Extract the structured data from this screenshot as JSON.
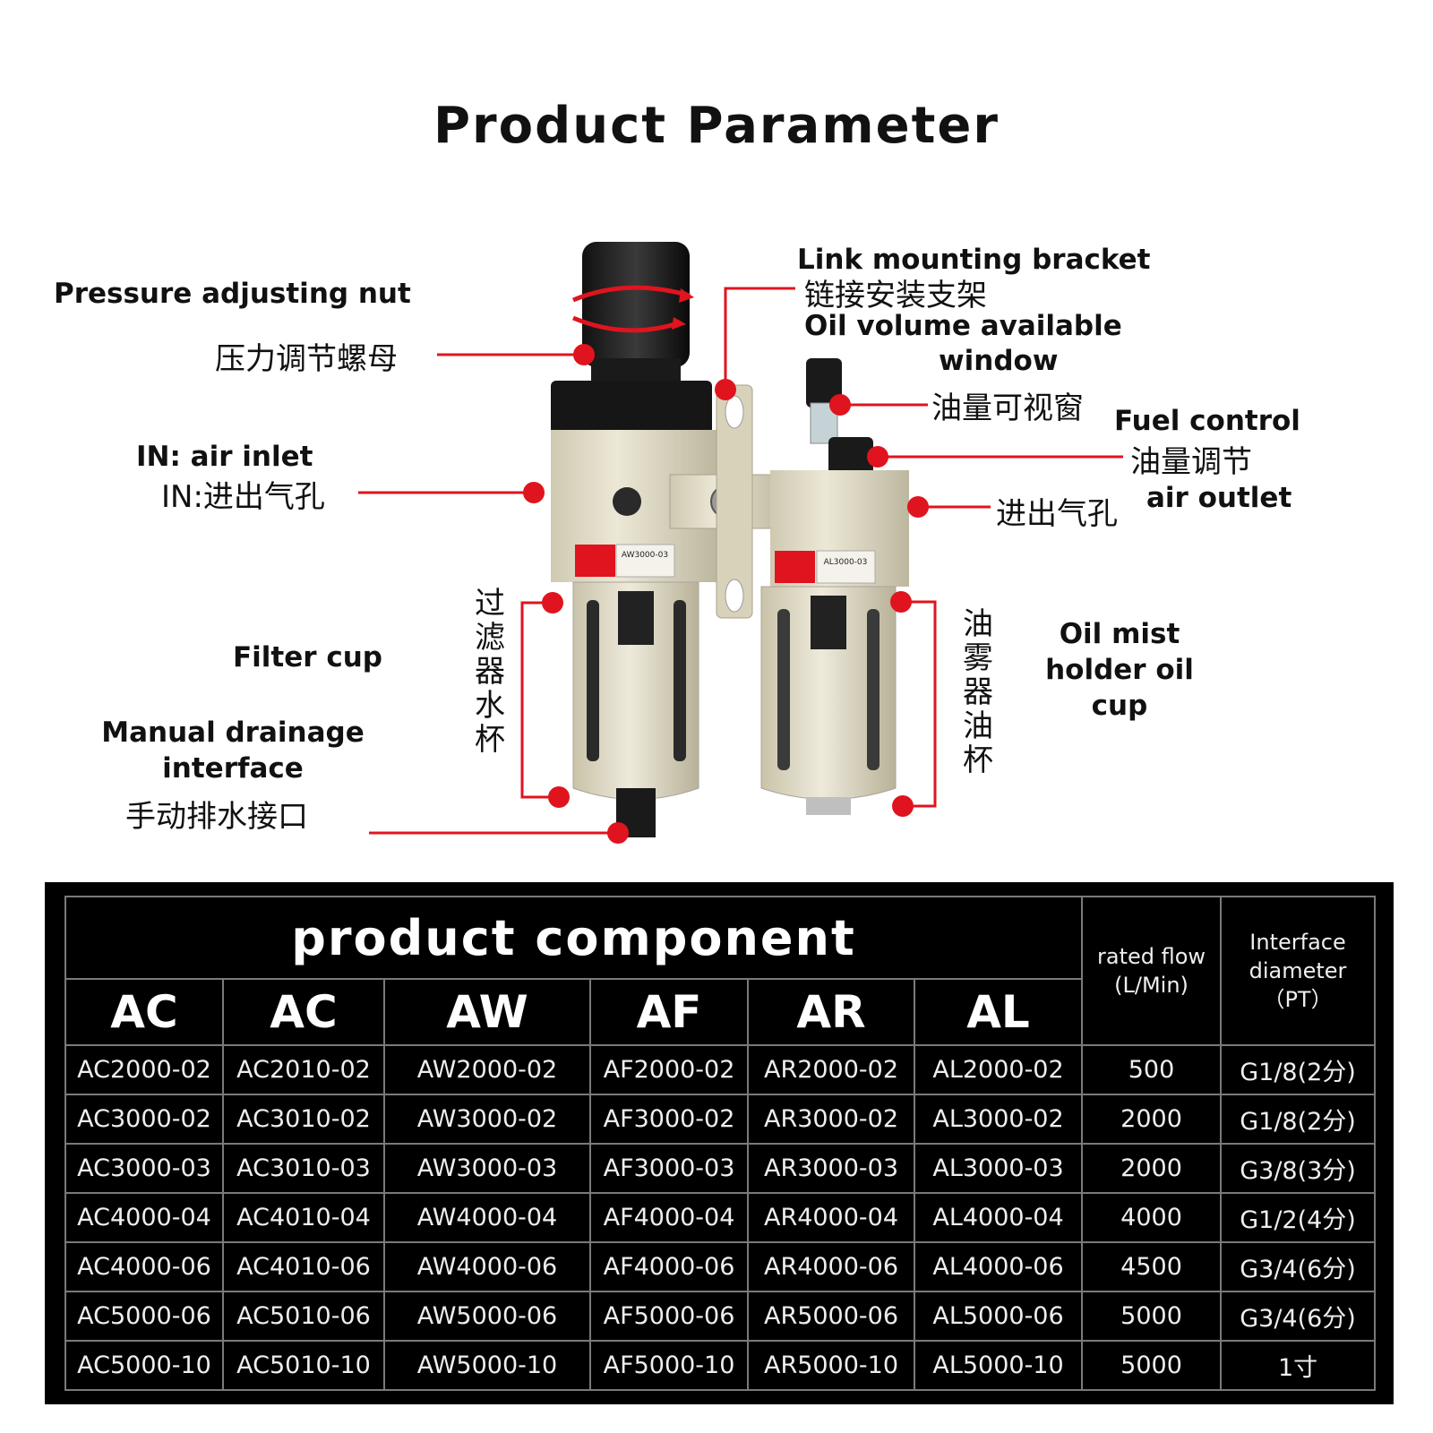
{
  "title": "Product Parameter",
  "labels": {
    "pressure_en": "Pressure adjusting nut",
    "pressure_zh": "压力调节螺母",
    "inlet_en": "IN: air inlet",
    "inlet_zh": "IN:进出气孔",
    "filter_en": "Filter cup",
    "filter_zh": "过滤器水杯",
    "drain_en_1": "Manual drainage",
    "drain_en_2": "interface",
    "drain_zh": "手动排水接口",
    "bracket_en": "Link mounting bracket",
    "bracket_zh": "链接安装支架",
    "oilwin_en_1": "Oil volume available",
    "oilwin_en_2": "window",
    "oilwin_zh": "油量可视窗",
    "fuel_en": "Fuel control",
    "fuel_zh": "油量调节",
    "outlet_zh": "进出气孔",
    "outlet_en": "air outlet",
    "mist_zh": "油雾器油杯",
    "mist_en_1": "Oil mist",
    "mist_en_2": "holder oil",
    "mist_en_3": "cup"
  },
  "product_labels": {
    "left": "AW3000-03",
    "right": "AL3000-03"
  },
  "colors": {
    "accent_red": "#e0141e",
    "table_bg": "#000000",
    "body_beige": "#ded9c3"
  },
  "table": {
    "main_header": "product component",
    "rated_flow_1": "rated flow",
    "rated_flow_2": "(L/Min)",
    "interface_1": "Interface",
    "interface_2": "diameter",
    "interface_3": "（PT）",
    "columns": [
      "AC",
      "AC",
      "AW",
      "AF",
      "AR",
      "AL"
    ],
    "rows": [
      [
        "AC2000-02",
        "AC2010-02",
        "AW2000-02",
        "AF2000-02",
        "AR2000-02",
        "AL2000-02",
        "500",
        "G1/8(2分)"
      ],
      [
        "AC3000-02",
        "AC3010-02",
        "AW3000-02",
        "AF3000-02",
        "AR3000-02",
        "AL3000-02",
        "2000",
        "G1/8(2分)"
      ],
      [
        "AC3000-03",
        "AC3010-03",
        "AW3000-03",
        "AF3000-03",
        "AR3000-03",
        "AL3000-03",
        "2000",
        "G3/8(3分)"
      ],
      [
        "AC4000-04",
        "AC4010-04",
        "AW4000-04",
        "AF4000-04",
        "AR4000-04",
        "AL4000-04",
        "4000",
        "G1/2(4分)"
      ],
      [
        "AC4000-06",
        "AC4010-06",
        "AW4000-06",
        "AF4000-06",
        "AR4000-06",
        "AL4000-06",
        "4500",
        "G3/4(6分)"
      ],
      [
        "AC5000-06",
        "AC5010-06",
        "AW5000-06",
        "AF5000-06",
        "AR5000-06",
        "AL5000-06",
        "5000",
        "G3/4(6分)"
      ],
      [
        "AC5000-10",
        "AC5010-10",
        "AW5000-10",
        "AF5000-10",
        "AR5000-10",
        "AL5000-10",
        "5000",
        "1寸"
      ]
    ]
  }
}
